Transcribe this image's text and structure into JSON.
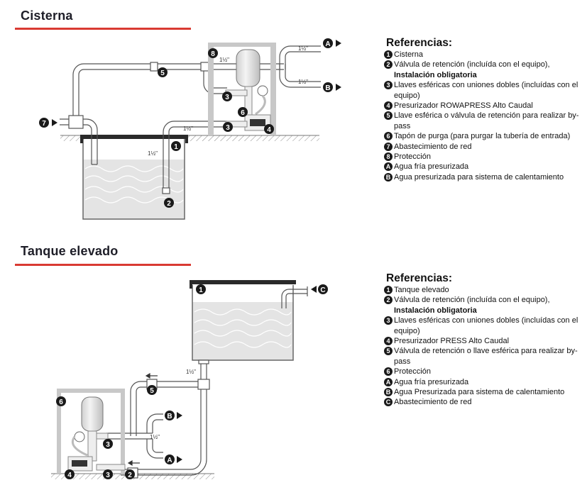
{
  "sections": [
    {
      "id": "cisterna",
      "title": "Cisterna",
      "references_title": "Referencias:",
      "references": [
        {
          "marker": "1",
          "text": "Cisterna"
        },
        {
          "marker": "2",
          "text": "Válvula de retención (incluída con el equipo),",
          "emphasis": "Instalación obligatoria"
        },
        {
          "marker": "3",
          "text": "Llaves esféricas con uniones dobles (incluídas con el equipo)"
        },
        {
          "marker": "4",
          "text": "Presurizador ROWAPRESS Alto Caudal"
        },
        {
          "marker": "5",
          "text": "Llave esférica o válvula de retención para realizar by-pass"
        },
        {
          "marker": "6",
          "text": "Tapón de purga (para purgar la tubería de entrada)"
        },
        {
          "marker": "7",
          "text": "Abastecimiento de red"
        },
        {
          "marker": "8",
          "text": "Protección"
        },
        {
          "marker": "A",
          "text": "Agua fría presurizada"
        },
        {
          "marker": "B",
          "text": "Agua presurizada para sistema de calentamiento"
        }
      ],
      "diagram_labels": {
        "pipe_size": "1½\"",
        "markers": [
          "1",
          "2",
          "3",
          "3",
          "4",
          "5",
          "6",
          "7",
          "8",
          "A",
          "B"
        ]
      }
    },
    {
      "id": "tanque-elevado",
      "title": "Tanque elevado",
      "references_title": "Referencias:",
      "references": [
        {
          "marker": "1",
          "text": "Tanque elevado"
        },
        {
          "marker": "2",
          "text": "Válvula de retención (incluída con el equipo),",
          "emphasis": "Instalación obligatoria"
        },
        {
          "marker": "3",
          "text": "Llaves esféricas con uniones dobles (incluídas con el equipo)"
        },
        {
          "marker": "4",
          "text": "Presurizador PRESS Alto Caudal"
        },
        {
          "marker": "5",
          "text": "Válvula de retención o llave esférica para realizar by-pass"
        },
        {
          "marker": "6",
          "text": "Protección"
        },
        {
          "marker": "A",
          "text": "Agua fría presurizada"
        },
        {
          "marker": "B",
          "text": "Agua Presurizada para sistema de calentamiento"
        },
        {
          "marker": "C",
          "text": "Abastecimiento de red"
        }
      ],
      "diagram_labels": {
        "pipe_size": "1½\"",
        "markers": [
          "1",
          "2",
          "3",
          "3",
          "4",
          "5",
          "6",
          "A",
          "B",
          "C"
        ]
      }
    }
  ],
  "colors": {
    "accent_rule": "#d93a32",
    "water": "#e4e4e4",
    "pipe_stroke": "#555555",
    "protection_frame": "#c8c8c8",
    "marker_fill": "#1a1a1a"
  }
}
